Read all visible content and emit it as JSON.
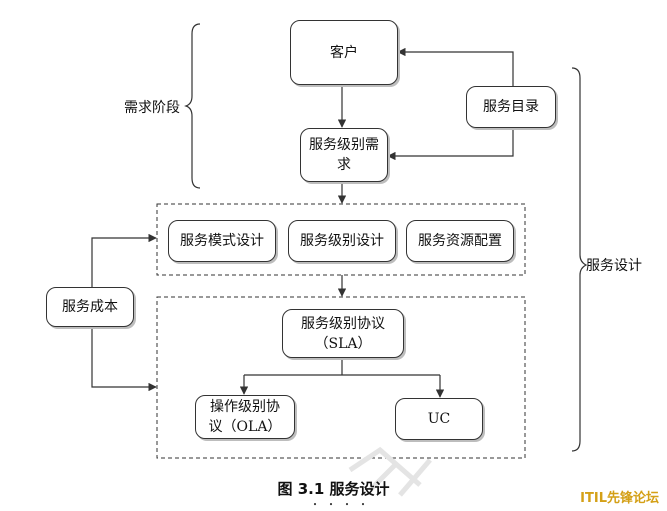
{
  "nodes": {
    "customer": "客户",
    "service_level_requirement": "服务级别需求",
    "service_catalog": "服务目录",
    "service_mode_design": "服务模式设计",
    "service_level_design": "服务级别设计",
    "service_resource_config": "服务资源配置",
    "service_cost": "服务成本",
    "sla_line1": "服务级别协议",
    "sla_line2": "（SLA）",
    "ola_line1": "操作级别协",
    "ola_line2": "议（OLA）",
    "uc": "UC"
  },
  "labels": {
    "requirement_stage": "需求阶段",
    "service_design": "服务设计"
  },
  "caption": "图 3.1  服务设计",
  "footer_dots": "・・・・",
  "watermark": "ITIL先锋论坛",
  "colors": {
    "line": "#333333",
    "shadow": "#bdbdbd",
    "watermark": "#d4a017"
  }
}
